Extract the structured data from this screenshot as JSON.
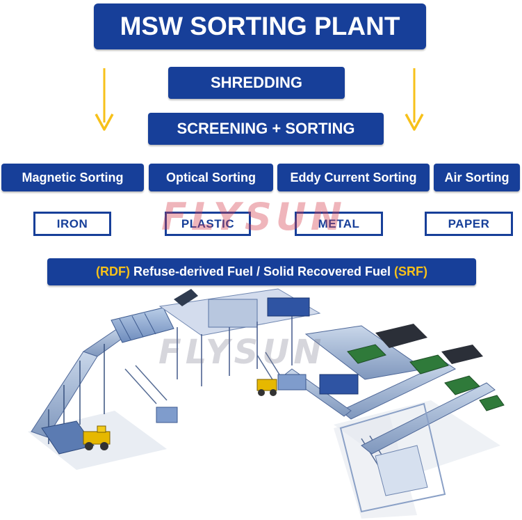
{
  "title": "MSW SORTING PLANT",
  "steps": {
    "shredding": "SHREDDING",
    "screening": "SCREENING + SORTING"
  },
  "methods": [
    {
      "label": "Magnetic Sorting",
      "output": "IRON"
    },
    {
      "label": "Optical Sorting",
      "output": "PLASTIC"
    },
    {
      "label": "Eddy Current Sorting",
      "output": "METAL"
    },
    {
      "label": "Air Sorting",
      "output": "PAPER"
    }
  ],
  "fuel": {
    "open_abbr": "(RDF)",
    "text": " Refuse-derived Fuel / Solid Recovered Fuel ",
    "close_abbr": "(SRF)"
  },
  "watermark": "FLYSUN",
  "colors": {
    "box": "#173f99",
    "accent": "#f7c11a",
    "watermark": "#d63c4b"
  },
  "icons": [
    "down-arrow-icon",
    "down-arrow-icon"
  ]
}
